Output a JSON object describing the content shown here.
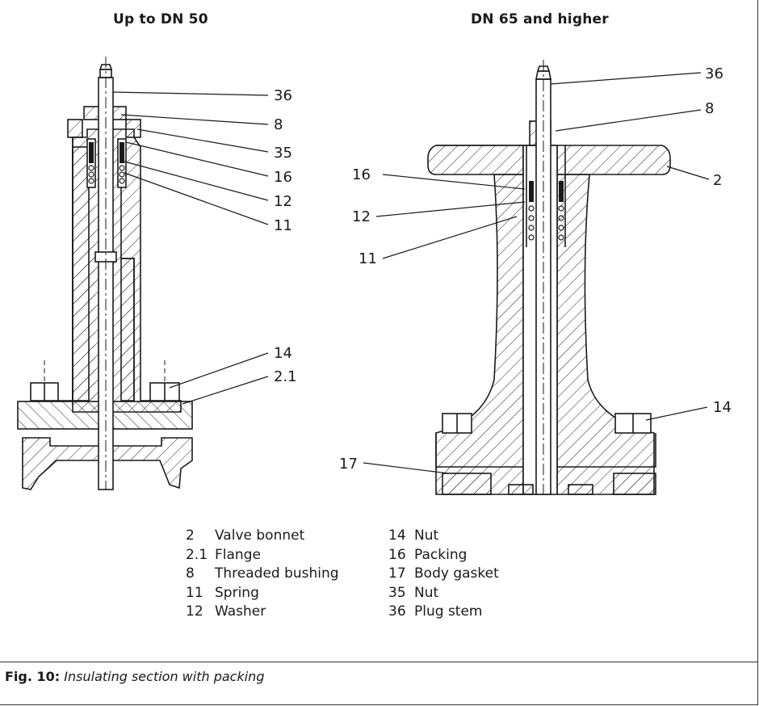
{
  "figure": {
    "left_heading": "Up to DN 50",
    "right_heading": "DN 65 and higher"
  },
  "callouts_left": [
    "36",
    "8",
    "35",
    "16",
    "12",
    "11",
    "14",
    "2.1"
  ],
  "callouts_right": [
    "36",
    "8",
    "2",
    "16",
    "12",
    "11",
    "14",
    "17"
  ],
  "legend": {
    "col1": [
      {
        "num": "2",
        "label": "Valve bonnet"
      },
      {
        "num": "2.1",
        "label": "Flange"
      },
      {
        "num": "8",
        "label": "Threaded bushing"
      },
      {
        "num": "11",
        "label": "Spring"
      },
      {
        "num": "12",
        "label": "Washer"
      }
    ],
    "col2": [
      {
        "num": "14",
        "label": "Nut"
      },
      {
        "num": "16",
        "label": "Packing"
      },
      {
        "num": "17",
        "label": "Body gasket"
      },
      {
        "num": "35",
        "label": "Nut"
      },
      {
        "num": "36",
        "label": "Plug stem"
      }
    ]
  },
  "caption": {
    "label": "Fig. 10:",
    "text": "Insulating section with packing"
  }
}
